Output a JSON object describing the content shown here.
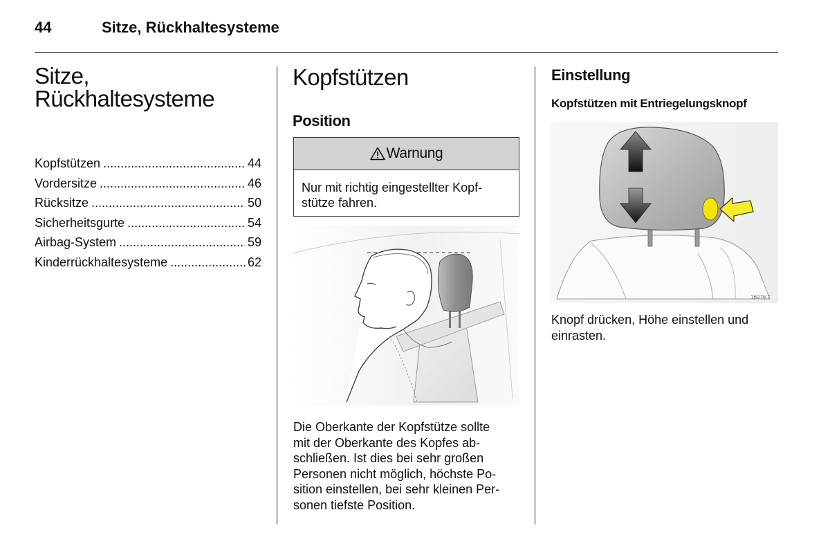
{
  "header": {
    "page_number": "44",
    "running_title": "Sitze, Rückhaltesysteme"
  },
  "left_column": {
    "chapter_title_line1": "Sitze,",
    "chapter_title_line2": "Rückhaltesysteme",
    "toc": [
      {
        "title": "Kopfstützen",
        "page": "44"
      },
      {
        "title": "Vordersitze",
        "page": "46"
      },
      {
        "title": "Rücksitze",
        "page": "50"
      },
      {
        "title": "Sicherheitsgurte",
        "page": "54"
      },
      {
        "title": "Airbag-System",
        "page": "59"
      },
      {
        "title": "Kinderrückhaltesysteme",
        "page": "62"
      }
    ]
  },
  "middle_column": {
    "section_title": "Kopfstützen",
    "subsection": "Position",
    "warning": {
      "icon": "warning-triangle-icon",
      "label": "Warnung",
      "text_line1": "Nur mit richtig eingestellter Kopf-",
      "text_line2": "stütze fahren."
    },
    "illustration": "driver-headrest-position-illustration",
    "body_lines": [
      "Die Oberkante der Kopfstütze sollte",
      "mit der Oberkante des Kopfes ab-",
      "schließen. Ist dies bei sehr großen",
      "Personen nicht möglich, höchste Po-",
      "sition einstellen, bei sehr kleinen Per-",
      "sonen tiefste Position."
    ]
  },
  "right_column": {
    "subsection": "Einstellung",
    "subsubsection": "Kopfstützen mit Entriegelungsknopf",
    "illustration": "headrest-release-button-illustration",
    "image_code": "16976 T",
    "body_line1": "Knopf drücken, Höhe einstellen und",
    "body_line2": "einrasten.",
    "colors": {
      "release_button": "#f2e600",
      "arrow_yellow": "#f5ec2a"
    }
  }
}
